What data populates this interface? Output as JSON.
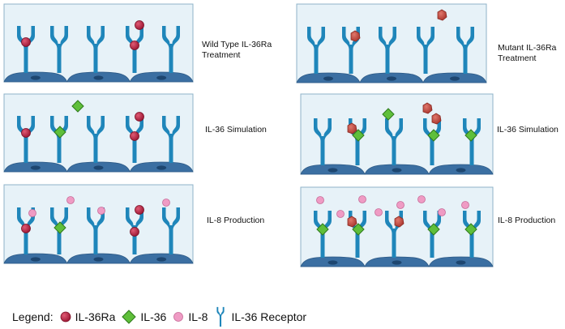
{
  "panels": [
    {
      "label_lines": [
        "Wild Type IL-36Ra",
        "Treatment"
      ]
    },
    {
      "label_lines": [
        "Mutant IL-36Ra",
        "Treatment"
      ]
    },
    {
      "label_lines": [
        "IL-36 Simulation"
      ]
    },
    {
      "label_lines": [
        "IL-36 Simulation"
      ]
    },
    {
      "label_lines": [
        "IL-8 Production"
      ]
    },
    {
      "label_lines": [
        "IL-8 Production"
      ]
    }
  ],
  "legend": {
    "title": "Legend:",
    "items": [
      {
        "icon": "il36ra-icon",
        "label": "IL-36Ra"
      },
      {
        "icon": "il36-icon",
        "label": "IL-36"
      },
      {
        "icon": "il8-icon",
        "label": "IL-8"
      },
      {
        "icon": "receptor-icon",
        "label": "IL-36 Receptor"
      }
    ]
  },
  "colors": {
    "panel_fill": "#e7f2f8",
    "panel_stroke": "#8fb3c8",
    "cell": "#3b6fa2",
    "receptor": "#1f86ba",
    "il36ra_wild": "#b5213f",
    "il36ra_mutant": "#c0443b",
    "il36": "#5fbf3a",
    "il8": "#ef9bc4"
  }
}
